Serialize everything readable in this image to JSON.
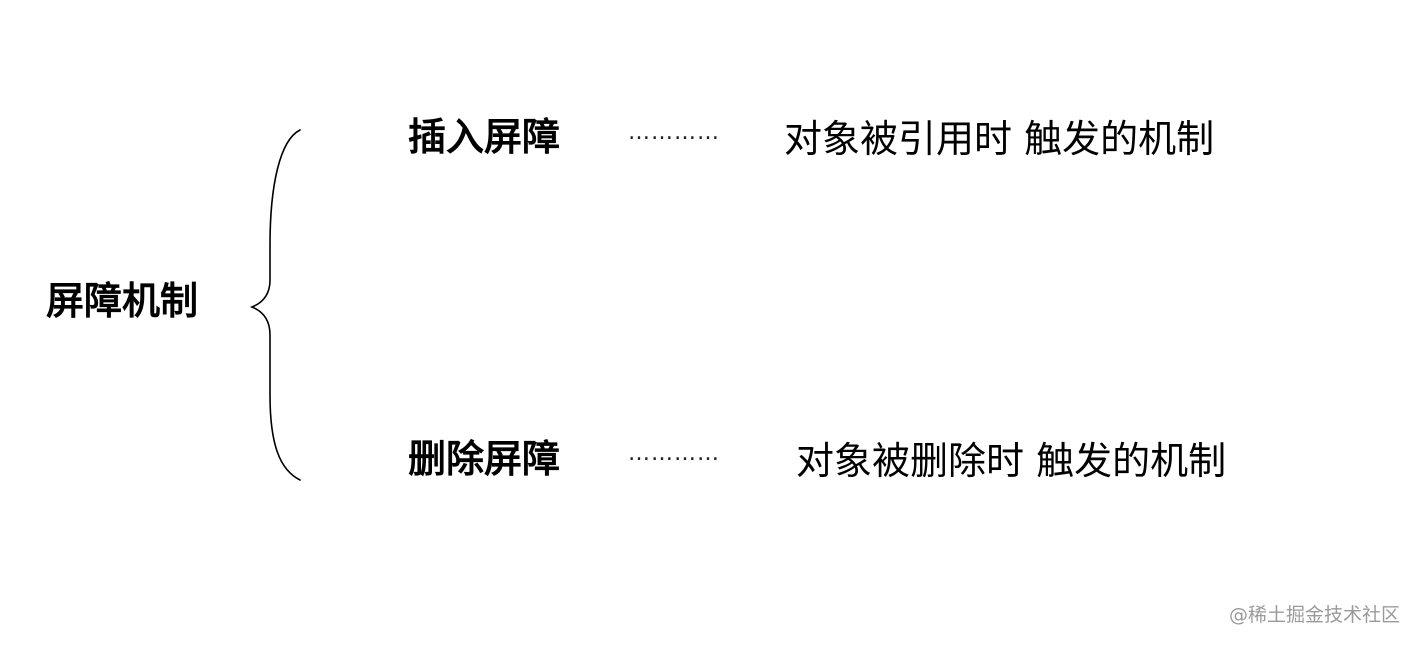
{
  "diagram": {
    "root": {
      "label": "屏障机制"
    },
    "branches": [
      {
        "label": "插入屏障",
        "connector": "…………",
        "description": "对象被引用时 触发的机制"
      },
      {
        "label": "删除屏障",
        "connector": "…………",
        "description": "对象被删除时 触发的机制"
      }
    ]
  },
  "watermark": {
    "text": "@稀土掘金技术社区"
  },
  "colors": {
    "text": "#000000",
    "watermark": "#9a9a9a",
    "background": "#ffffff"
  }
}
